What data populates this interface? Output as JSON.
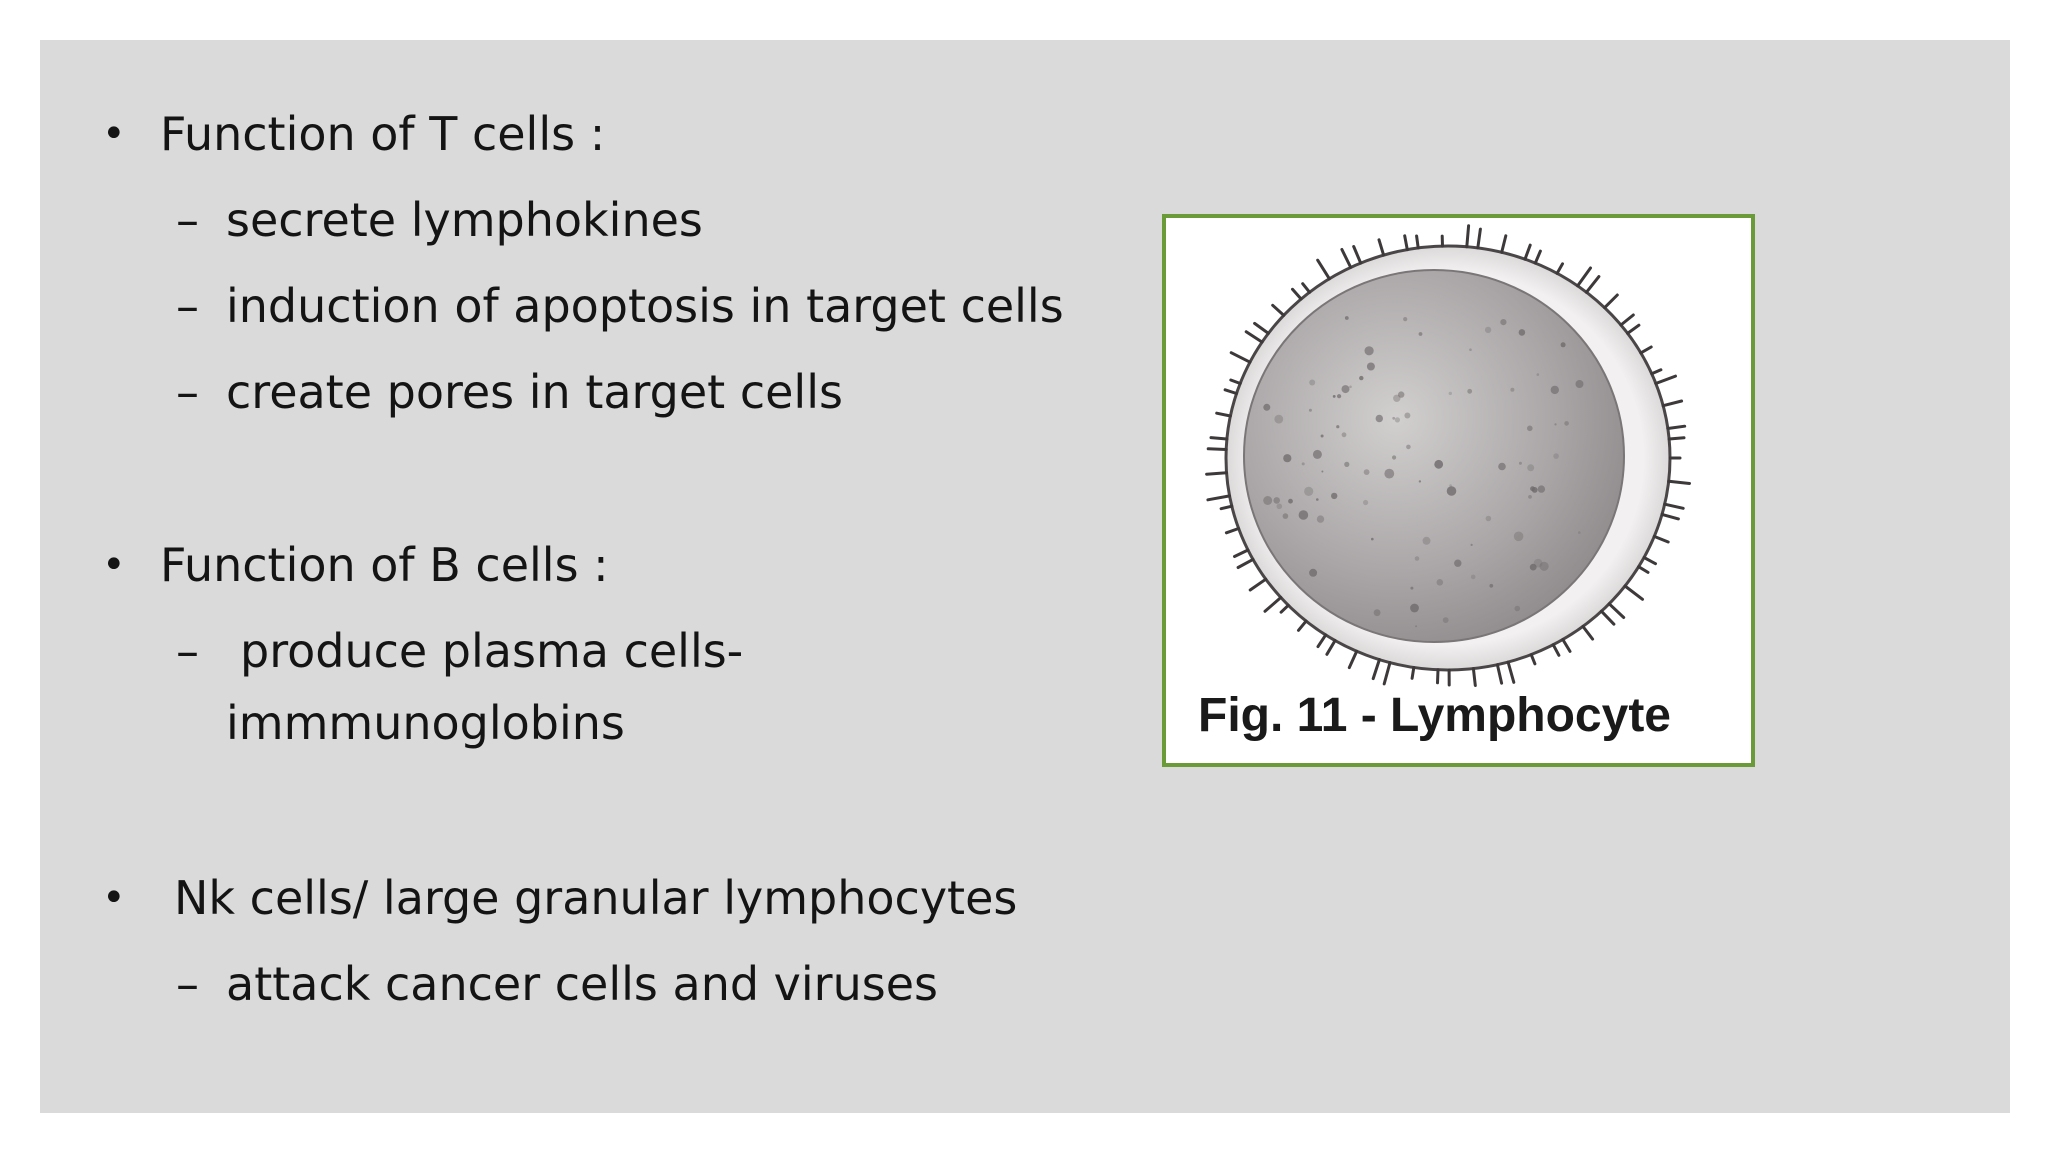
{
  "sections": [
    {
      "heading": "Function of T cells :",
      "items": [
        "secrete lymphokines",
        "induction of apoptosis in target cells",
        "create pores in target cells"
      ]
    },
    {
      "heading": "Function of B cells :",
      "items": [
        "produce plasma cells-",
        "immmunoglobins"
      ]
    },
    {
      "heading": "Nk cells/ large granular lymphocytes",
      "items": [
        "attack cancer cells and viruses"
      ]
    }
  ],
  "bullet_glyph": "•",
  "dash_glyph": "–",
  "figure": {
    "caption": "Fig. 11 - Lymphocyte",
    "illustration": "lymphocyte-cell-drawing",
    "border_color": "#6b9a38"
  },
  "colors": {
    "slide_background": "#dadada",
    "text": "#141414"
  }
}
